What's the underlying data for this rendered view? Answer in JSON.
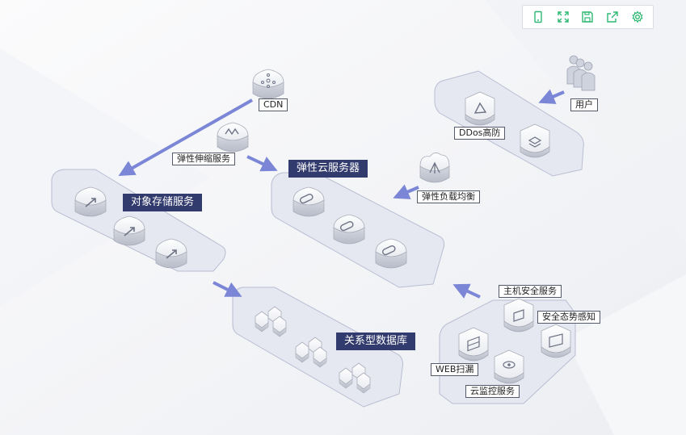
{
  "toolbar": {
    "accent_color": "#2eb872",
    "buttons": [
      {
        "name": "mobile-view-button",
        "icon": "mobile-icon"
      },
      {
        "name": "fullscreen-button",
        "icon": "expand-icon"
      },
      {
        "name": "save-button",
        "icon": "save-icon"
      },
      {
        "name": "share-button",
        "icon": "share-icon"
      },
      {
        "name": "settings-button",
        "icon": "gear-icon"
      }
    ]
  },
  "groups": {
    "object_storage": "对象存储服务",
    "ecs": "弹性云服务器",
    "rdb": "关系型数据库"
  },
  "services": {
    "cdn": "CDN",
    "auto_scaling": "弹性伸缩服务",
    "user": "用户",
    "ddos": "DDos高防",
    "elb": "弹性负载均衡",
    "host_security": "主机安全服务",
    "situation_awareness": "安全态势感知",
    "web_scan": "WEB扫漏",
    "cloud_monitor": "云监控服务"
  },
  "colors": {
    "label_dark": "#323b6d",
    "arrow": "#7b86d6",
    "platform": "#e6e8f1",
    "platform_border": "#b9bdd2"
  }
}
